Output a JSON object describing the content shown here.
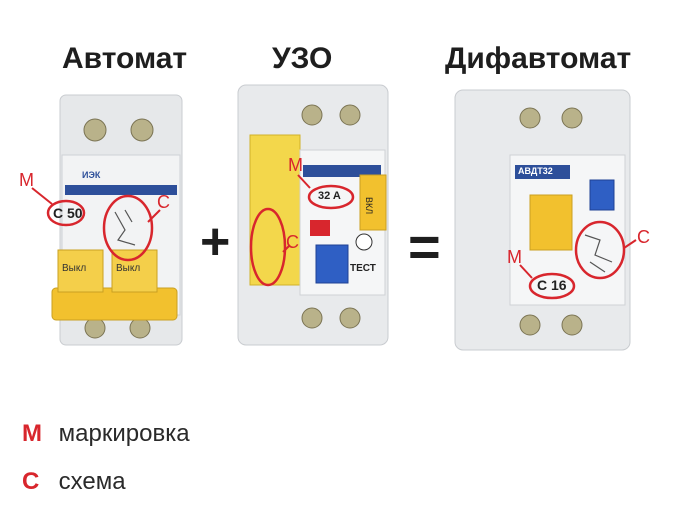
{
  "titles": {
    "automat": "Автомат",
    "uzo": "УЗО",
    "difavtomat": "Дифавтомат"
  },
  "operators": {
    "plus": "+",
    "equals": "="
  },
  "callouts": {
    "automat": {
      "m": "M",
      "c": "C",
      "rating": "C 50",
      "lever_left": "Выкл",
      "lever_right": "Выкл",
      "brand": "ИЭК"
    },
    "uzo": {
      "m": "M",
      "c": "C",
      "rating": "32 A",
      "switch": "ВКЛ",
      "test": "ТЕСТ"
    },
    "difavtomat": {
      "m": "M",
      "c": "C",
      "rating": "C 16",
      "model": "АВДТ32"
    }
  },
  "legend": [
    {
      "key": "M",
      "text": "маркировка"
    },
    {
      "key": "C",
      "text": "схема"
    }
  ],
  "colors": {
    "accent_red": "#d8262d",
    "lever_yellow": "#f2c12e",
    "test_blue": "#2f5fc4",
    "body_grey": "#e9ecef"
  }
}
